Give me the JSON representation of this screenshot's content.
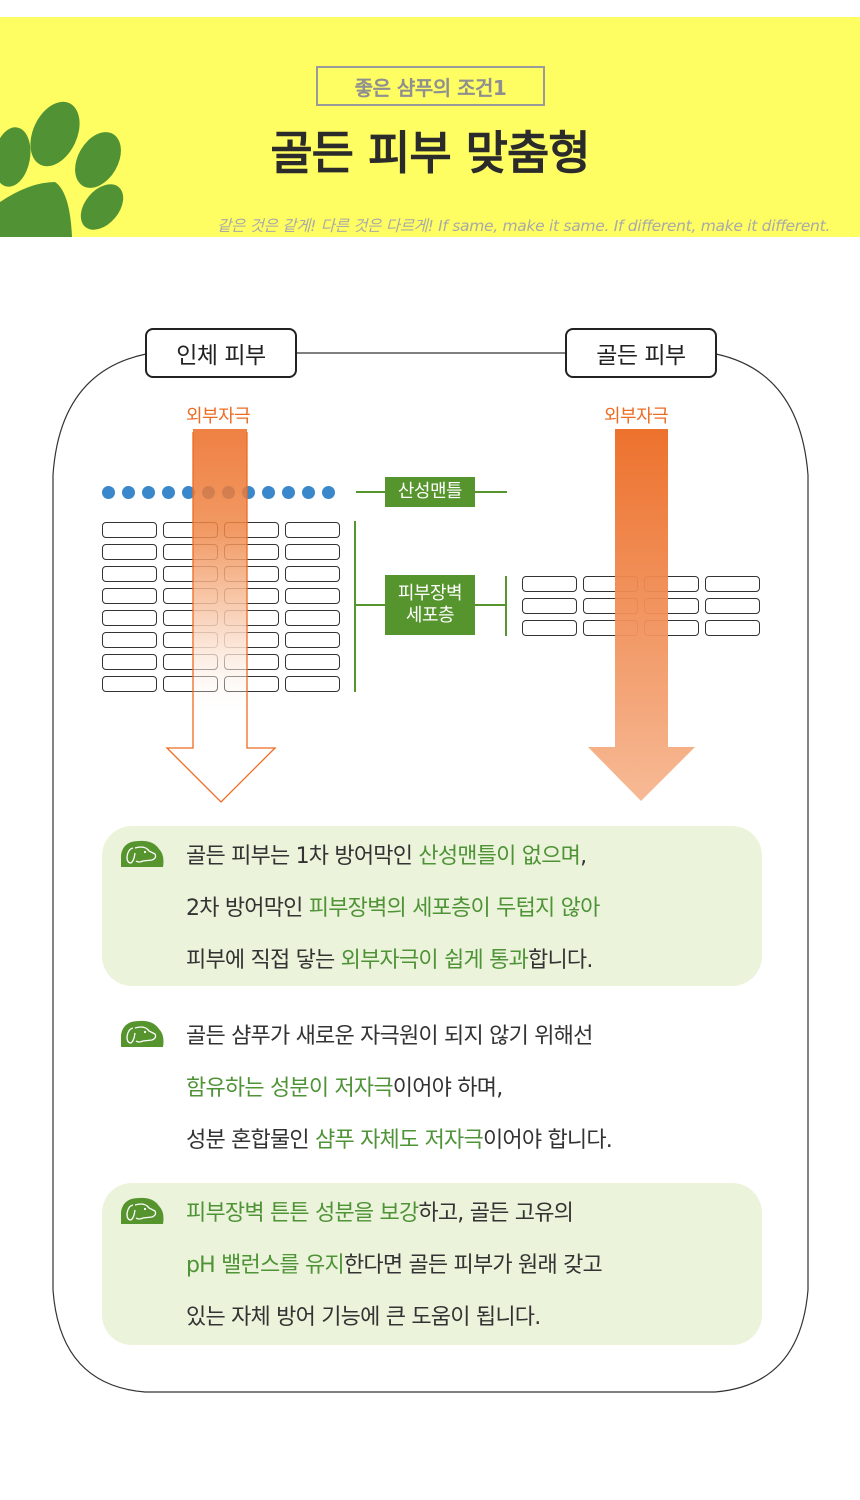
{
  "banner": {
    "badge": "좋은 샴푸의 조건1",
    "title": "골든 피부 맞춤형",
    "tagline": "같은 것은 같게! 다른 것은 다르게! If same, make it same. If different, make it different.",
    "background_color": "#fefe63",
    "paw_color": "#519334"
  },
  "diagram": {
    "left_label": "인체 피부",
    "right_label": "골든 피부",
    "left_stimulus": "외부자극",
    "right_stimulus": "외부자극",
    "acid_mantle_label": "산성맨틀",
    "cell_layer_label_line1": "피부장벽",
    "cell_layer_label_line2": "세포층",
    "human_cell_rows": 8,
    "golden_cell_rows": 3,
    "cells_per_row": 4,
    "acid_mantle_dots": 12,
    "colors": {
      "stimulus": "#ee6b22",
      "label_green": "#56942e",
      "dots": "#3a87cb"
    }
  },
  "info_items": [
    {
      "icon": "dog-icon",
      "highlighted_bg": true,
      "lines": [
        [
          {
            "t": "골든 피부는 1차 방어막인 ",
            "h": false
          },
          {
            "t": "산성맨틀이 없으며",
            "h": true
          },
          {
            "t": ",",
            "h": false
          }
        ],
        [
          {
            "t": "2차 방어막인  ",
            "h": false
          },
          {
            "t": "피부장벽의 세포층이 두텁지 않아",
            "h": true
          }
        ],
        [
          {
            "t": "피부에 직접 닿는 ",
            "h": false
          },
          {
            "t": "외부자극이 쉽게 통과",
            "h": true
          },
          {
            "t": "합니다.",
            "h": false
          }
        ]
      ]
    },
    {
      "icon": "dog-icon",
      "highlighted_bg": false,
      "lines": [
        [
          {
            "t": "골든 샴푸가 새로운 자극원이 되지 않기 위해선",
            "h": false
          }
        ],
        [
          {
            "t": "함유하는 성분이 저자극",
            "h": true
          },
          {
            "t": "이어야 하며,",
            "h": false
          }
        ],
        [
          {
            "t": "성분 혼합물인 ",
            "h": false
          },
          {
            "t": "샴푸 자체도 저자극",
            "h": true
          },
          {
            "t": "이어야 합니다.",
            "h": false
          }
        ]
      ]
    },
    {
      "icon": "dog-icon",
      "highlighted_bg": true,
      "lines": [
        [
          {
            "t": "피부장벽 튼튼 성분을 보강",
            "h": true
          },
          {
            "t": "하고, 골든 고유의",
            "h": false
          }
        ],
        [
          {
            "t": "pH 밸런스를 유지",
            "h": true
          },
          {
            "t": "한다면 골든 피부가 원래 갖고",
            "h": false
          }
        ],
        [
          {
            "t": "있는 자체 방어 기능에 큰 도움이 됩니다.",
            "h": false
          }
        ]
      ]
    }
  ]
}
